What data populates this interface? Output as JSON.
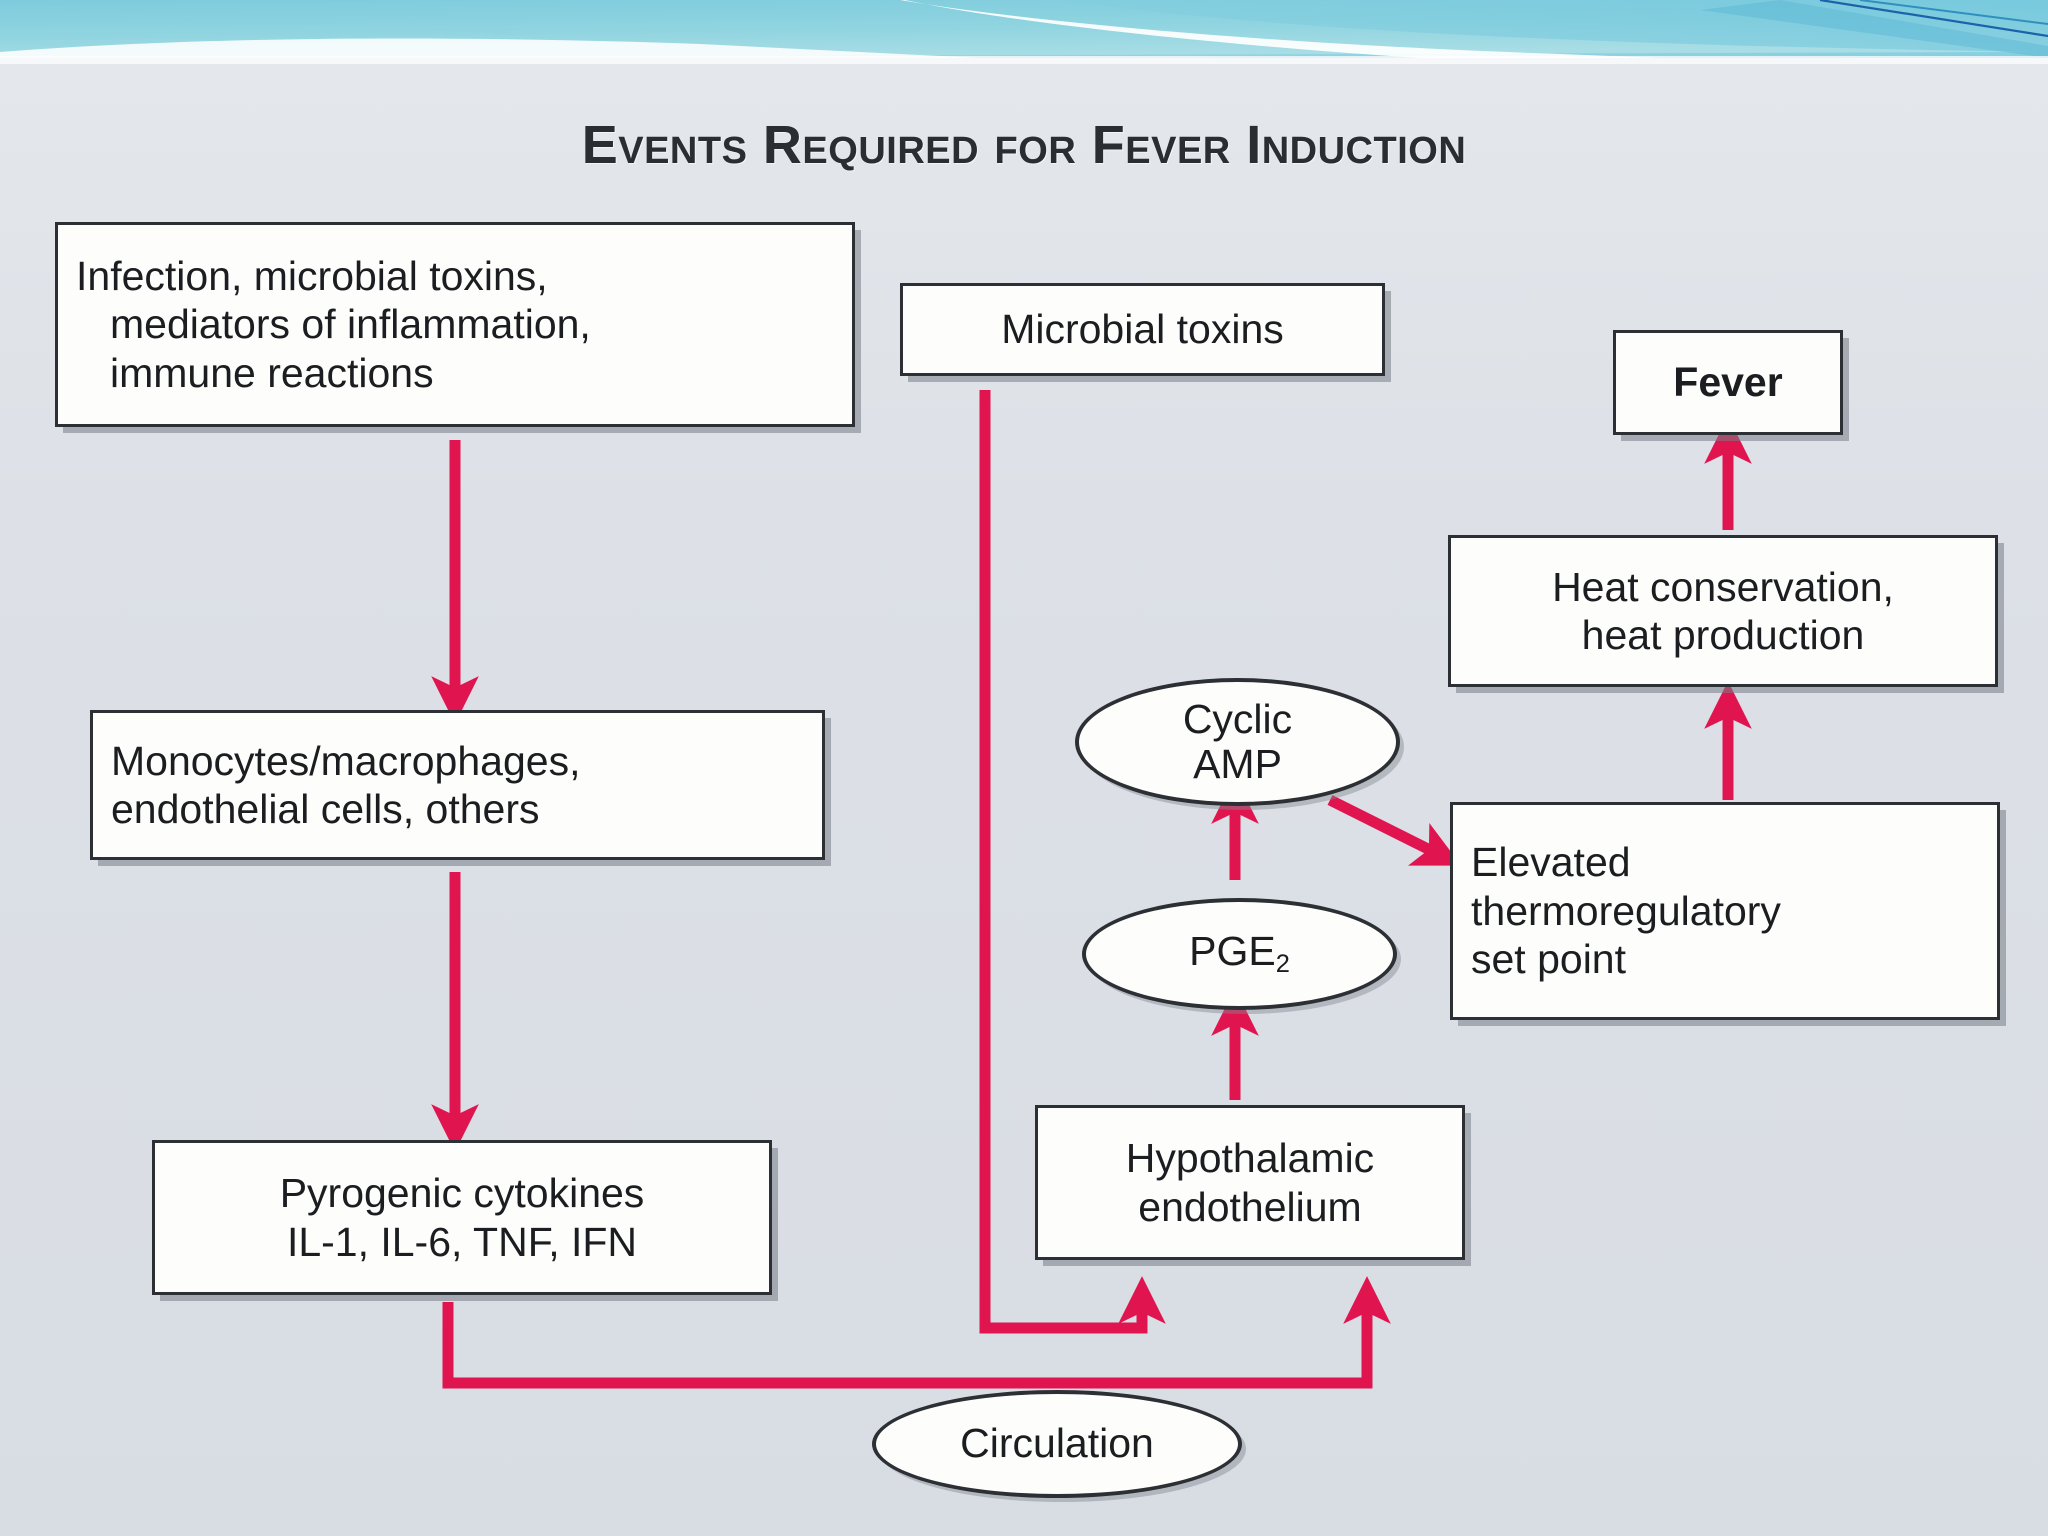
{
  "slide": {
    "title": "Events Required for Fever Induction",
    "background_color": "#dfe3e8",
    "banner_color_light": "#a9dde4",
    "banner_color_dark": "#62c2da"
  },
  "diagram": {
    "type": "flowchart",
    "arrow_color": "#e0154f",
    "node_border_color": "#2c2f33",
    "node_fill_color": "#fdfdfc",
    "nodes": [
      {
        "id": "infection",
        "shape": "box",
        "lines": [
          "Infection, microbial toxins,",
          "mediators of inflammation,",
          "immune reactions"
        ],
        "bold": false
      },
      {
        "id": "monocytes",
        "shape": "box",
        "lines": [
          "Monocytes/macrophages,",
          "endothelial cells, others"
        ],
        "bold": false
      },
      {
        "id": "cytokines",
        "shape": "box",
        "lines": [
          "Pyrogenic cytokines",
          "IL-1, IL-6, TNF, IFN"
        ],
        "bold": false
      },
      {
        "id": "toxins",
        "shape": "box",
        "lines": [
          "Microbial toxins"
        ],
        "bold": false
      },
      {
        "id": "hypothalamus",
        "shape": "box",
        "lines": [
          "Hypothalamic",
          "endothelium"
        ],
        "bold": false
      },
      {
        "id": "pge2",
        "shape": "ellipse",
        "lines": [
          "PGE",
          "2"
        ],
        "subscript": true
      },
      {
        "id": "camp",
        "shape": "ellipse",
        "lines": [
          "Cyclic",
          "AMP"
        ]
      },
      {
        "id": "circulation",
        "shape": "ellipse",
        "lines": [
          "Circulation"
        ]
      },
      {
        "id": "setpoint",
        "shape": "box",
        "lines": [
          "Elevated",
          "thermoregulatory",
          "set point"
        ],
        "bold": false
      },
      {
        "id": "heat",
        "shape": "box",
        "lines": [
          "Heat conservation,",
          "heat production"
        ],
        "bold": false
      },
      {
        "id": "fever",
        "shape": "box",
        "lines": [
          "Fever"
        ],
        "bold": true
      }
    ],
    "edges": [
      {
        "from": "infection",
        "to": "monocytes",
        "style": "straight-down"
      },
      {
        "from": "monocytes",
        "to": "cytokines",
        "style": "straight-down"
      },
      {
        "from": "cytokines",
        "to": "hypothalamus",
        "style": "elbow-right-up"
      },
      {
        "from": "toxins",
        "to": "hypothalamus",
        "style": "elbow-right-up"
      },
      {
        "from": "hypothalamus",
        "to": "pge2",
        "style": "straight-up"
      },
      {
        "from": "pge2",
        "to": "camp",
        "style": "straight-up"
      },
      {
        "from": "camp",
        "to": "setpoint",
        "style": "diagonal"
      },
      {
        "from": "setpoint",
        "to": "heat",
        "style": "straight-up"
      },
      {
        "from": "heat",
        "to": "fever",
        "style": "straight-up"
      }
    ]
  },
  "labels": {
    "infection": {
      "l1": "Infection, microbial toxins,",
      "l2": "mediators of inflammation,",
      "l3": "immune reactions"
    },
    "monocytes": {
      "l1": "Monocytes/macrophages,",
      "l2": "endothelial cells, others"
    },
    "cytokines": {
      "l1": "Pyrogenic cytokines",
      "l2": "IL-1, IL-6, TNF, IFN"
    },
    "toxins": {
      "l1": "Microbial toxins"
    },
    "hypothalamus": {
      "l1": "Hypothalamic",
      "l2": "endothelium"
    },
    "pge2": {
      "base": "PGE",
      "sub": "2"
    },
    "camp": {
      "l1": "Cyclic",
      "l2": "AMP"
    },
    "circulation": {
      "l1": "Circulation"
    },
    "setpoint": {
      "l1": "Elevated",
      "l2": "thermoregulatory",
      "l3": "set point"
    },
    "heat": {
      "l1": "Heat conservation,",
      "l2": "heat production"
    },
    "fever": {
      "l1": "Fever"
    }
  }
}
